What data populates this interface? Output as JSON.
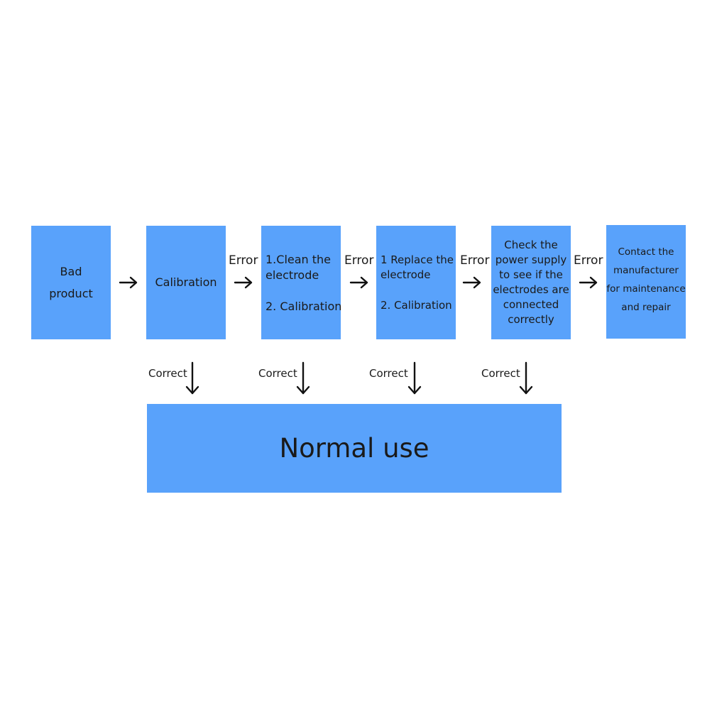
{
  "boxes": {
    "bad_product": [
      "Bad",
      "product"
    ],
    "calibration": [
      "Calibration"
    ],
    "clean": [
      "1.Clean the",
      "electrode",
      "2. Calibration"
    ],
    "replace": [
      "1 Replace the",
      "electrode",
      "2. Calibration"
    ],
    "check": [
      "Check the",
      "power supply",
      "to see if the",
      "electrodes are",
      "connected",
      "correctly"
    ],
    "contact": [
      "Contact the",
      "manufacturer",
      "for maintenance",
      "and repair"
    ],
    "normal_use": "Normal use"
  },
  "edge_labels": {
    "error": [
      "Error",
      "Error",
      "Error",
      "Error"
    ],
    "correct": [
      "Correct",
      "Correct",
      "Correct",
      "Correct"
    ]
  },
  "colors": {
    "box_fill": "#59a2fb",
    "text": "#1a1a1a",
    "arrow": "#111111"
  }
}
